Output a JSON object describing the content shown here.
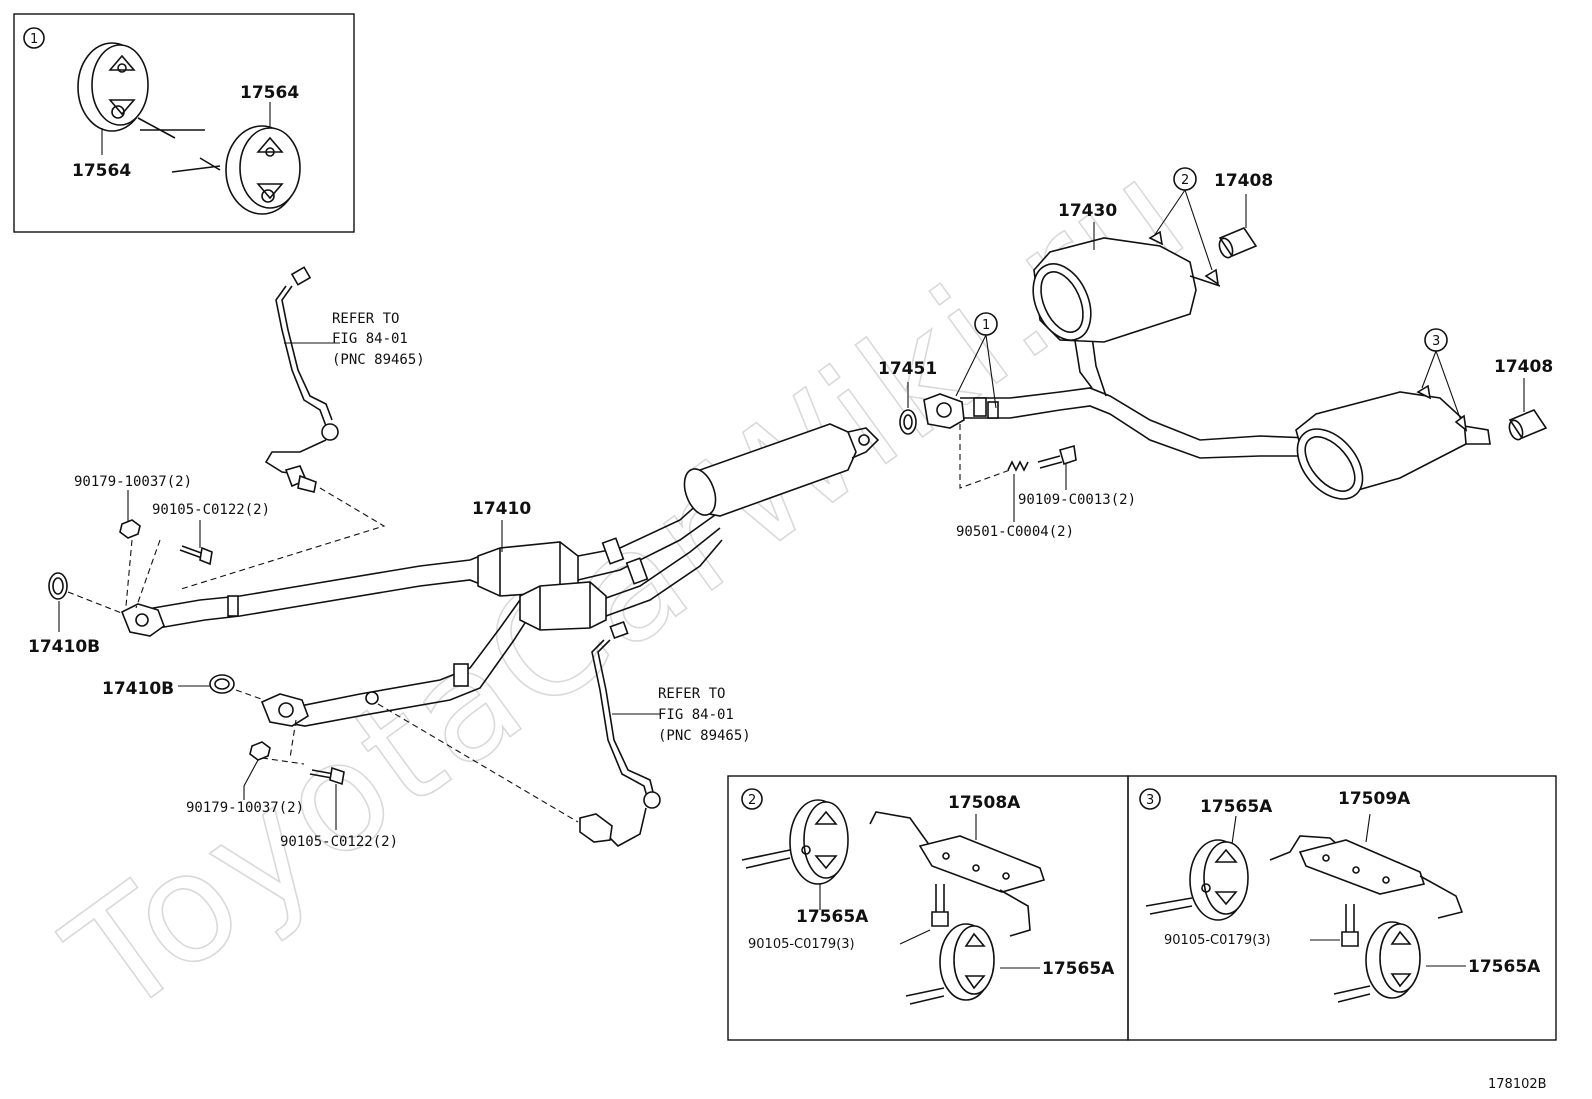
{
  "watermark": "ToyotaCarWiki.ru",
  "diagram_code": "178102B",
  "callouts": {
    "c1": "1",
    "c2": "2",
    "c3": "3"
  },
  "labels": {
    "inset1_top": "17564",
    "inset1_left": "17564",
    "muffler_main": "17430",
    "tailpipe_top": "17408",
    "tailpipe_right": "17408",
    "gasket_17451": "17451",
    "front_pipe": "17410",
    "gasket_top": "17410B",
    "gasket_bottom": "17410B",
    "nut_top": "90179-10037(2)",
    "bolt_top": "90105-C0122(2)",
    "nut_bottom": "90179-10037(2)",
    "bolt_bottom": "90105-C0122(2)",
    "bolt_90109": "90109-C0013(2)",
    "spring_90501": "90501-C0004(2)",
    "inset2_hanger": "17565A",
    "inset2_bracket": "17508A",
    "inset2_bolt": "90105-C0179(3)",
    "inset2_hanger2": "17565A",
    "inset3_hanger": "17565A",
    "inset3_bracket": "17509A",
    "inset3_bolt": "90105-C0179(3)",
    "inset3_hanger2": "17565A"
  },
  "refer_top": {
    "line1": "REFER TO",
    "line2": "FIG 84-01",
    "line3": "(PNC 89465)"
  },
  "refer_bottom": {
    "line1": "REFER TO",
    "line2": "FIG 84-01",
    "line3": "(PNC 89465)"
  }
}
